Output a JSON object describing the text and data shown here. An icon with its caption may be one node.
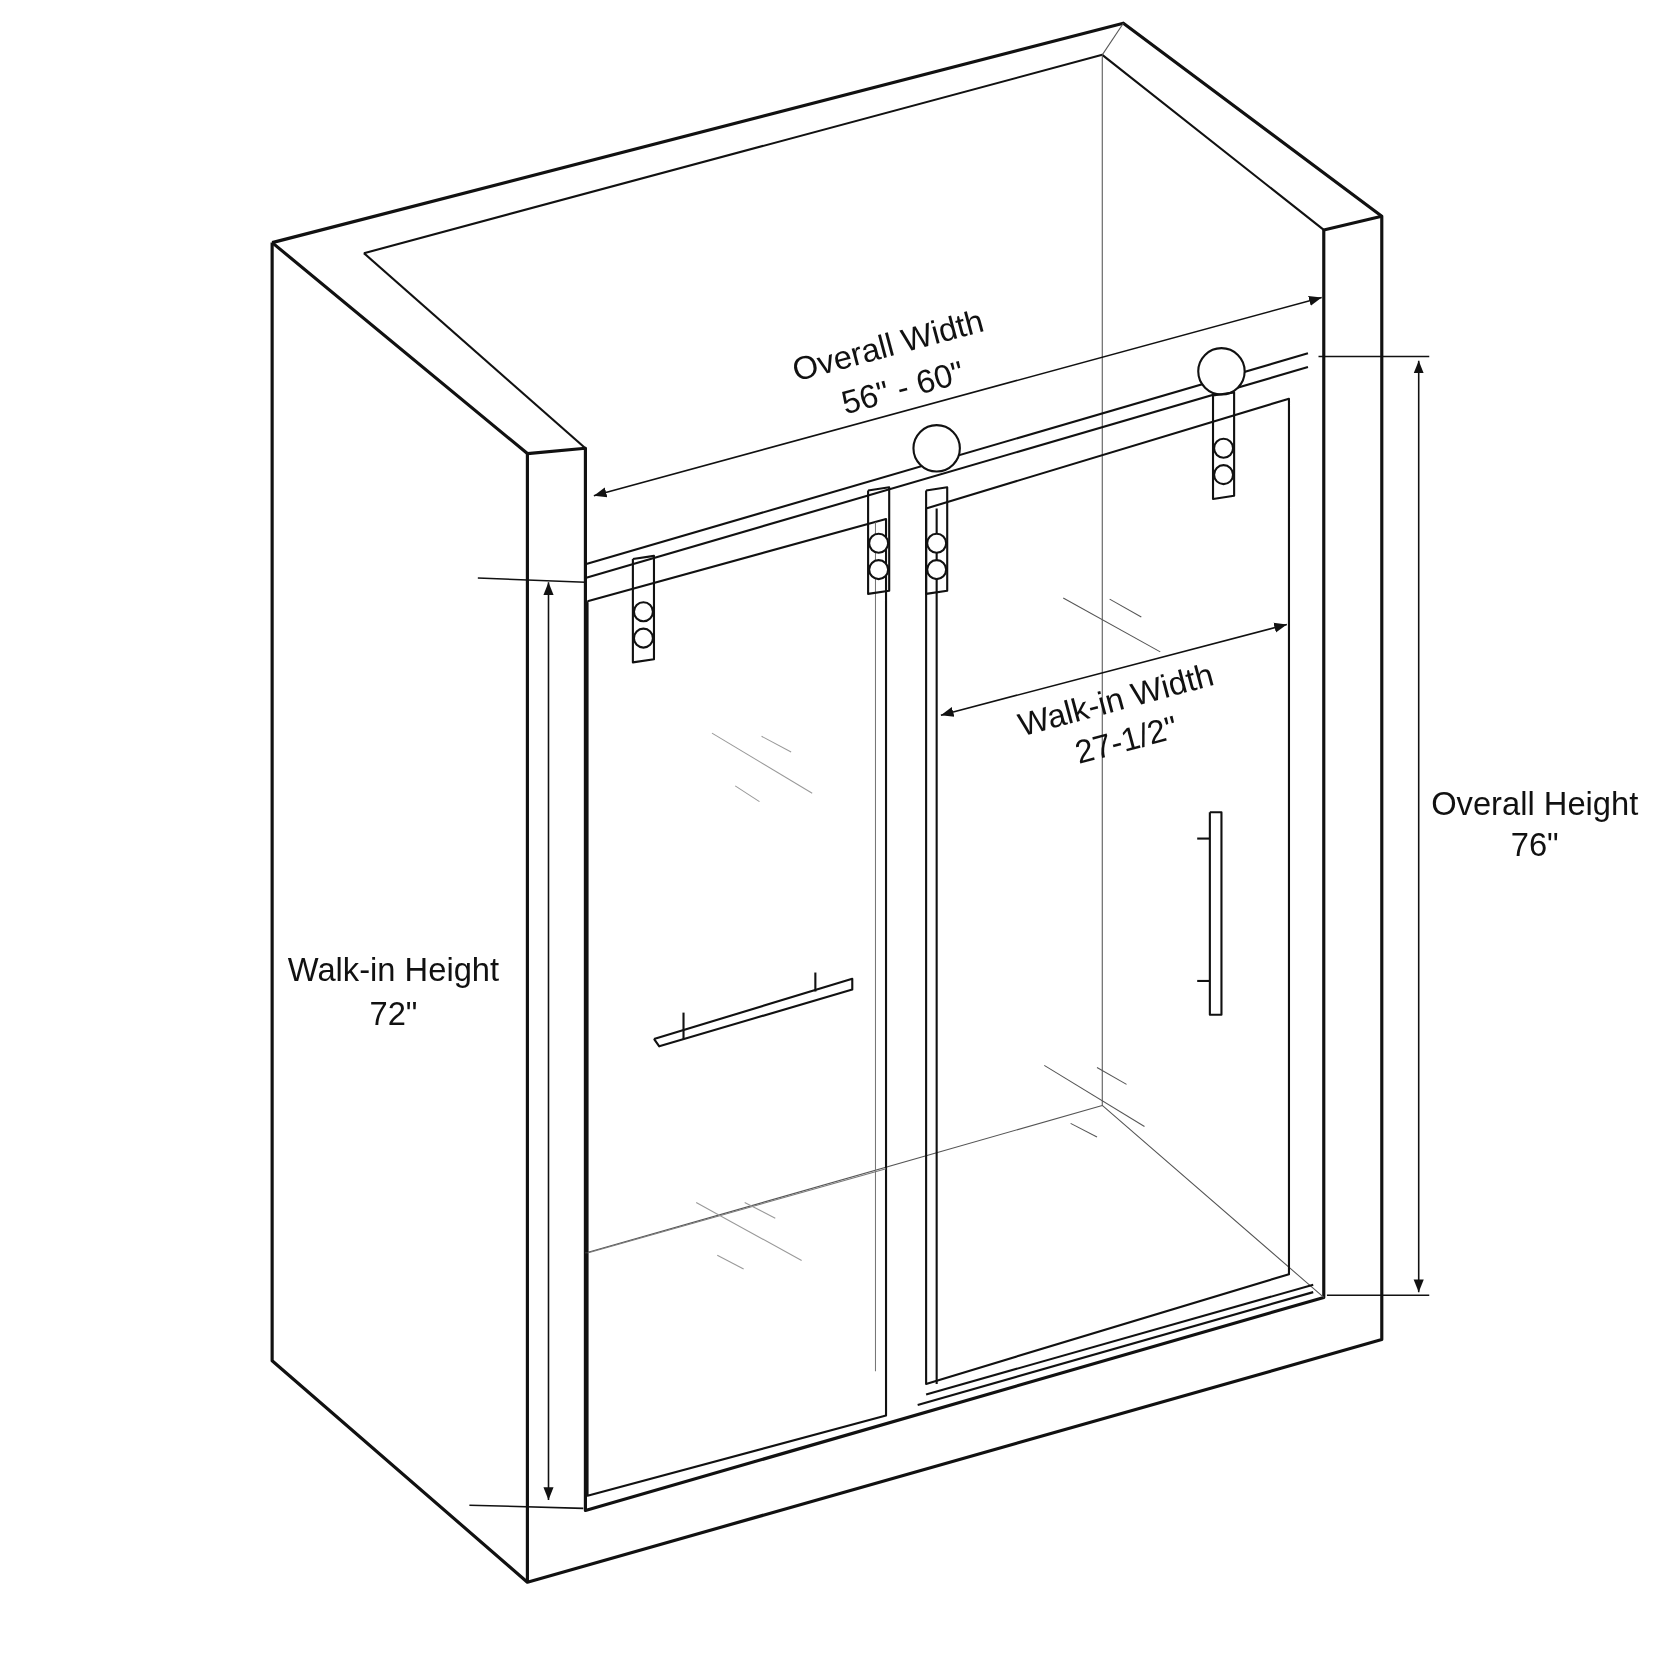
{
  "diagram": {
    "labels": [
      "Overall Width",
      "56\" - 60\"",
      "Walk-in Width",
      "27-1/2\"",
      "Overall Height",
      "76\"",
      "Walk-in Height",
      "72\""
    ]
  }
}
